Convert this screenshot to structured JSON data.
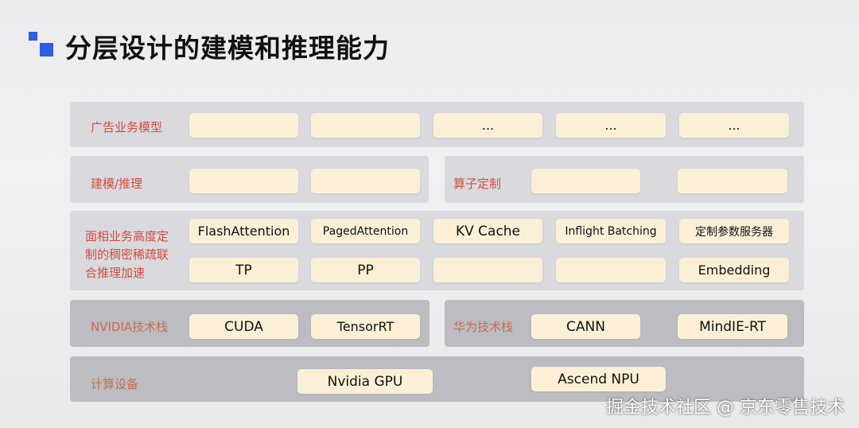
{
  "title": "分层设计的建模和推理能力",
  "rows": {
    "ad_models": {
      "label": "广告业务模型",
      "boxes": [
        "",
        "",
        "...",
        "...",
        "..."
      ]
    },
    "modeling": {
      "label": "建模/推理",
      "boxes": [
        "",
        ""
      ]
    },
    "operators": {
      "label": "算子定制",
      "boxes": [
        "",
        ""
      ]
    },
    "acceleration": {
      "label_line1": "面相业务高度定",
      "label_line2": "制的稠密稀疏联",
      "label_line3": "合推理加速",
      "top": [
        "FlashAttention",
        "PagedAttention",
        "KV Cache",
        "Inflight Batching",
        "定制参数服务器"
      ],
      "bottom": [
        "TP",
        "PP",
        "",
        "",
        "Embedding"
      ]
    },
    "nvidia": {
      "label": "NVIDIA技术栈",
      "boxes": [
        "CUDA",
        "TensorRT"
      ]
    },
    "huawei": {
      "label": "华为技术栈",
      "boxes": [
        "CANN",
        "MindIE-RT"
      ]
    },
    "compute": {
      "label": "计算设备",
      "boxes": [
        "Nvidia GPU",
        "Ascend NPU"
      ]
    }
  },
  "watermark": "掘金技术社区 @ 京东零售技术",
  "colors": {
    "accent": "#2f5ce0",
    "label_red": "#d34d3d",
    "box_fill": "#fbf0d6"
  }
}
